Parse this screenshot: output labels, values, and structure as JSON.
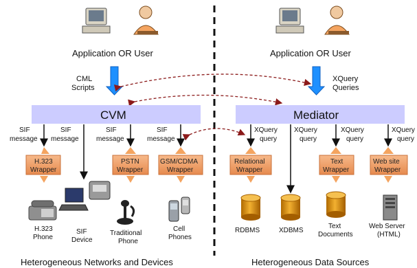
{
  "left": {
    "user_label": "Application OR User",
    "input_label": [
      "CML",
      "Scripts"
    ],
    "bar_label": "CVM",
    "sif_labels": [
      [
        "SIF",
        "message"
      ],
      [
        "SIF",
        "message"
      ],
      [
        "SIF",
        "message"
      ],
      [
        "SIF",
        "message"
      ]
    ],
    "wrappers": [
      [
        "H.323",
        "Wrapper"
      ],
      [
        "PSTN",
        "Wrapper"
      ],
      [
        "GSM/CDMA",
        "Wrapper"
      ]
    ],
    "devices": [
      [
        "H.323",
        "Phone"
      ],
      [
        "SIF",
        "Device"
      ],
      [
        "Traditional",
        "Phone"
      ],
      [
        "Cell",
        "Phones"
      ]
    ],
    "footer": "Heterogeneous Networks and Devices"
  },
  "right": {
    "user_label": "Application OR User",
    "input_label": [
      "XQuery",
      "Queries"
    ],
    "bar_label": "Mediator",
    "query_labels": [
      [
        "XQuery",
        "query"
      ],
      [
        "XQuery",
        "query"
      ],
      [
        "XQuery",
        "query"
      ],
      [
        "XQuery",
        "query"
      ]
    ],
    "wrappers": [
      [
        "Relational",
        "Wrapper"
      ],
      [
        "Text",
        "Wrapper"
      ],
      [
        "Web site",
        "Wrapper"
      ]
    ],
    "sources": [
      [
        "RDBMS"
      ],
      [
        "XDBMS"
      ],
      [
        "Text",
        "Documents"
      ],
      [
        "Web Server",
        "(HTML)"
      ]
    ],
    "footer": "Heterogeneous Data Sources"
  },
  "colors": {
    "bar_fill": "#ccccff",
    "input_arrow": "#1e90ff",
    "wrapper": "#f4a460",
    "curved_arrow": "#8b1a1a",
    "cylinder": "#e6a020"
  }
}
